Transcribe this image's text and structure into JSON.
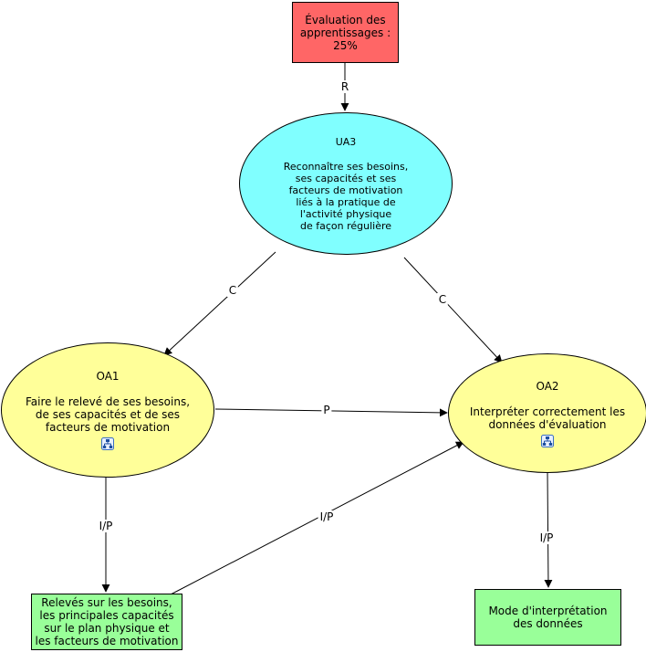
{
  "colors": {
    "red_node": "#ff6666",
    "cyan_node": "#80ffff",
    "yellow_node": "#ffff99",
    "green_node": "#99ff99",
    "line": "#000000"
  },
  "nodes": {
    "evaluation": {
      "lines": [
        "Évaluation des",
        "apprentissages :",
        "25%"
      ]
    },
    "ua3": {
      "title": "UA3",
      "lines": [
        "Reconnaître ses besoins,",
        "ses capacités et ses",
        "facteurs de motivation",
        "liés à la pratique de",
        "l'activité physique",
        "de façon régulière"
      ]
    },
    "oa1": {
      "title": "OA1",
      "lines": [
        "Faire le relevé de ses besoins,",
        "de ses capacités et de ses",
        "facteurs de motivation"
      ],
      "icon": "concept-map-icon"
    },
    "oa2": {
      "title": "OA2",
      "lines": [
        "Interpréter correctement les",
        "données d'évaluation"
      ],
      "icon": "concept-map-icon"
    },
    "releves": {
      "lines": [
        "Relevés sur les besoins,",
        "les principales capacités",
        "sur le plan physique et",
        "les facteurs de motivation"
      ]
    },
    "mode": {
      "lines": [
        "Mode d'interprétation",
        "des données"
      ]
    }
  },
  "edges": {
    "eval_to_ua3": "R",
    "ua3_to_oa1": "C",
    "ua3_to_oa2": "C",
    "oa1_to_oa2": "P",
    "oa1_to_releves": "I/P",
    "releves_to_oa2": "I/P",
    "oa2_to_mode": "I/P"
  }
}
